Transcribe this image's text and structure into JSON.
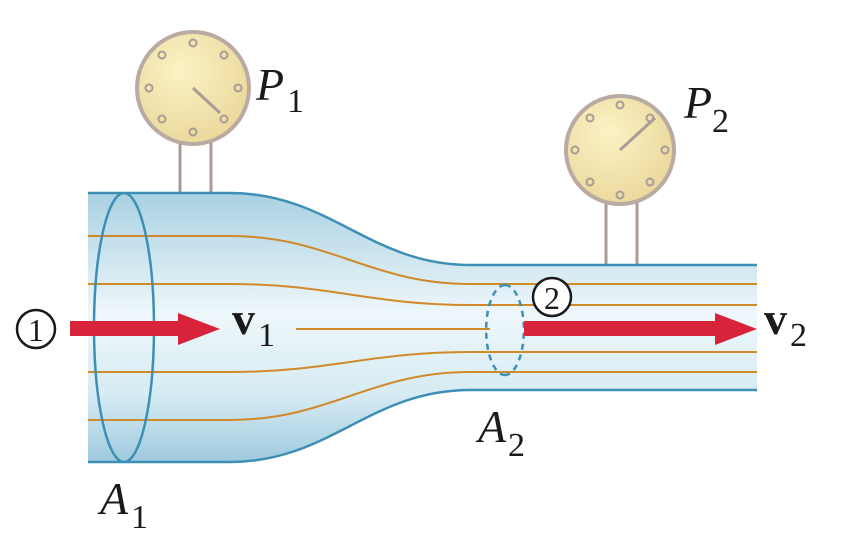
{
  "labels": {
    "gauge1": {
      "main": "P",
      "sub": "1"
    },
    "gauge2": {
      "main": "P",
      "sub": "2"
    },
    "area1": {
      "main": "A",
      "sub": "1"
    },
    "area2": {
      "main": "A",
      "sub": "2"
    },
    "velocity1": {
      "main": "v",
      "sub": "1"
    },
    "velocity2": {
      "main": "v",
      "sub": "2"
    },
    "point1": "1",
    "point2": "2"
  },
  "colors": {
    "pipe_fill": "#c9e4ee",
    "pipe_stroke": "#3d8fb6",
    "streamline": "#d08a2a",
    "arrow": "#d8243a",
    "gauge_face": "#f3e5a2",
    "gauge_rim": "#b9aaa2"
  }
}
